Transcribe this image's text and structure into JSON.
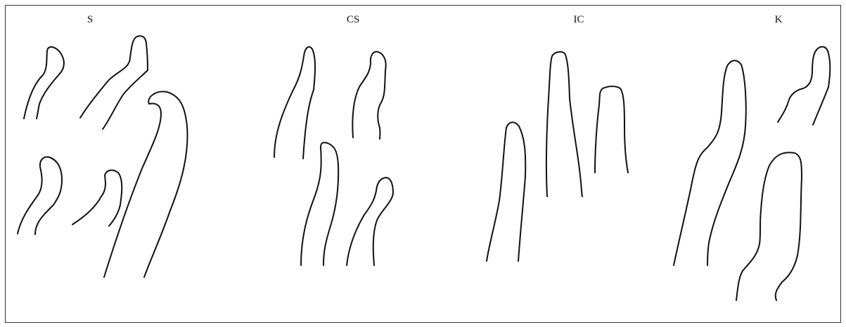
{
  "panels": [
    {
      "label": "S",
      "shape_count": 5
    },
    {
      "label": "CS",
      "shape_count": 4
    },
    {
      "label": "IC",
      "shape_count": 3
    },
    {
      "label": "K",
      "shape_count": 3
    }
  ],
  "colors": {
    "stroke": "#111111",
    "border": "#333333",
    "background": "#ffffff"
  }
}
